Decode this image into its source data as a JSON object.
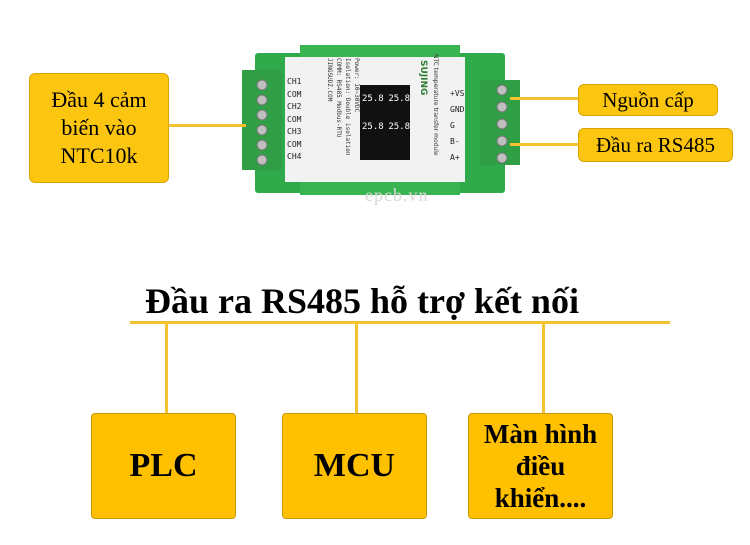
{
  "callouts": {
    "sensor": "Đầu 4 cảm biến vào NTC10k",
    "power": "Nguồn cấp",
    "output": "Đầu ra RS485"
  },
  "watermark": "epcb.vn",
  "module": {
    "channels": [
      "CH1",
      "COM",
      "CH2",
      "COM",
      "CH3",
      "COM",
      "CH4"
    ],
    "right_terminals": [
      "+VS",
      "GND",
      "G",
      "B-",
      "A+"
    ],
    "readings": [
      "25.8",
      "25.8",
      "25.8",
      "25.8"
    ],
    "brand": "SUJING",
    "side_text": "NTC temperature transfer module",
    "info_lines": [
      "Power: 10~30VDC",
      "Isolation: Double isolation",
      "COMM: RS485 Modbus-RTU",
      "JINGSUDZ.COM"
    ]
  },
  "section_title": "Đầu ra RS485 hỗ trợ kết nối",
  "targets": {
    "plc": "PLC",
    "mcu": "MCU",
    "display": "Màn hình điều khiển...."
  },
  "colors": {
    "callout": "#fcc50f",
    "line": "#f4c430",
    "box": "#ffc000",
    "module_green": "#2eaa4a"
  }
}
